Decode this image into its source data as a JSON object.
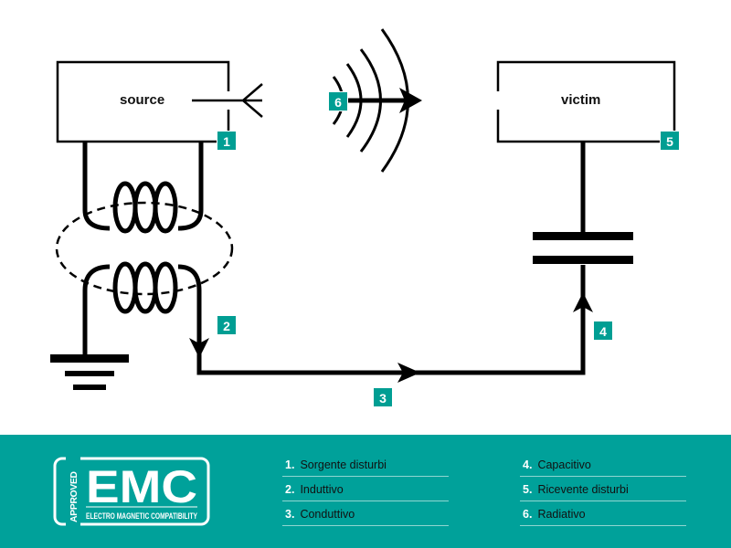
{
  "diagram": {
    "source_label": "source",
    "victim_label": "victim",
    "badges": [
      "1",
      "2",
      "3",
      "4",
      "5",
      "6"
    ]
  },
  "logo": {
    "main": "EMC",
    "side": "APPROVED",
    "sub": "ELECTRO MAGNETIC COMPATIBILITY"
  },
  "legend": [
    {
      "num": "1.",
      "label": "Sorgente disturbi"
    },
    {
      "num": "2.",
      "label": "Induttivo"
    },
    {
      "num": "3.",
      "label": "Conduttivo"
    },
    {
      "num": "4.",
      "label": "Capacitivo"
    },
    {
      "num": "5.",
      "label": "Ricevente disturbi"
    },
    {
      "num": "6.",
      "label": "Radiativo"
    }
  ],
  "colors": {
    "accent": "#00a19a",
    "badge": "#009e93"
  }
}
